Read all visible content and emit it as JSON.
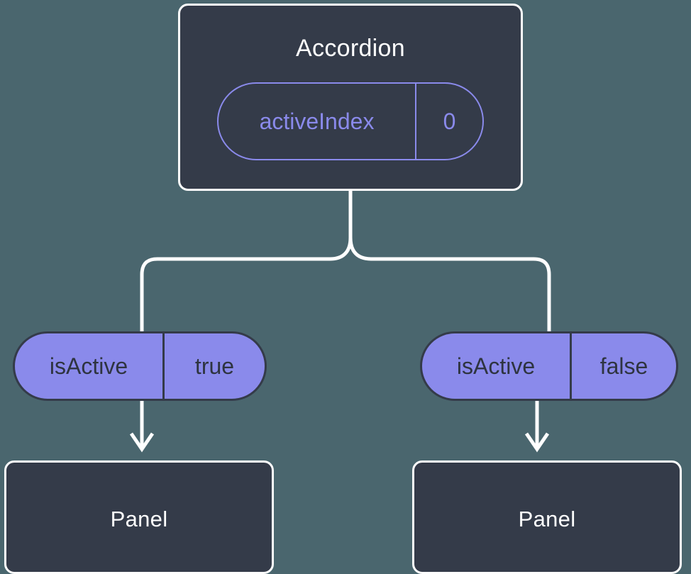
{
  "diagram": {
    "title_semantic": "react-accordion-state-tree",
    "background_color": "#4a666e",
    "node_fill": "#343b49",
    "node_border": "#ffffff",
    "accent_purple": "#8a8aeb",
    "connector_color": "#ffffff"
  },
  "root": {
    "label": "Accordion",
    "state_pill": {
      "key": "activeIndex",
      "value": "0"
    }
  },
  "branches": [
    {
      "prop_pill": {
        "key": "isActive",
        "value": "true"
      },
      "child": {
        "label": "Panel"
      }
    },
    {
      "prop_pill": {
        "key": "isActive",
        "value": "false"
      },
      "child": {
        "label": "Panel"
      }
    }
  ]
}
